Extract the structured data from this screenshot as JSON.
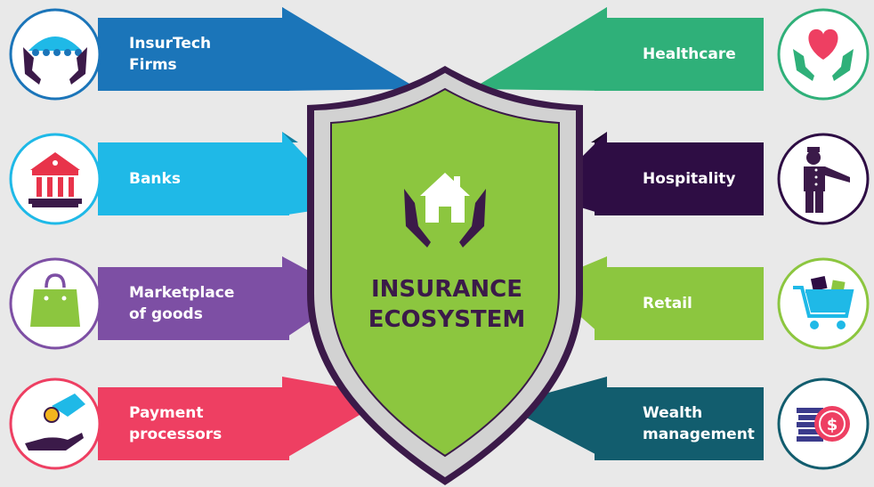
{
  "center": {
    "title_line1": "INSURANCE",
    "title_line2": "ECOSYSTEM",
    "icon": "home-in-hands-icon"
  },
  "colors": {
    "background": "#e9e9e9",
    "shield_outer": "#3b1a49",
    "shield_silver": "#d2d2d2",
    "shield_green": "#8cc63f",
    "icon_purple": "#3b1a49"
  },
  "left_items": [
    {
      "label": "InsurTech\nFirms",
      "color": "#1b75b9",
      "dark": "#0f4b78",
      "icon": "umbrella-hands-icon"
    },
    {
      "label": "Banks",
      "color": "#1fb9e7",
      "dark": "#127ea0",
      "icon": "bank-icon"
    },
    {
      "label": "Marketplace\nof goods",
      "color": "#7d4fa4",
      "dark": "#52306e",
      "icon": "shopping-bag-icon"
    },
    {
      "label": "Payment\nprocessors",
      "color": "#ee3f62",
      "dark": "#a82a45",
      "icon": "coin-hand-icon"
    }
  ],
  "right_items": [
    {
      "label": "Healthcare",
      "color": "#2fb079",
      "dark": "#1f7a53",
      "icon": "heart-hands-icon"
    },
    {
      "label": "Hospitality",
      "color": "#2e0d44",
      "dark": "#1c0729",
      "icon": "bellhop-icon"
    },
    {
      "label": "Retail",
      "color": "#8cc63f",
      "dark": "#62912a",
      "icon": "shopping-cart-icon"
    },
    {
      "label": "Wealth\nmanagement",
      "color": "#125d6e",
      "dark": "#0b3c48",
      "icon": "money-stack-icon"
    }
  ]
}
